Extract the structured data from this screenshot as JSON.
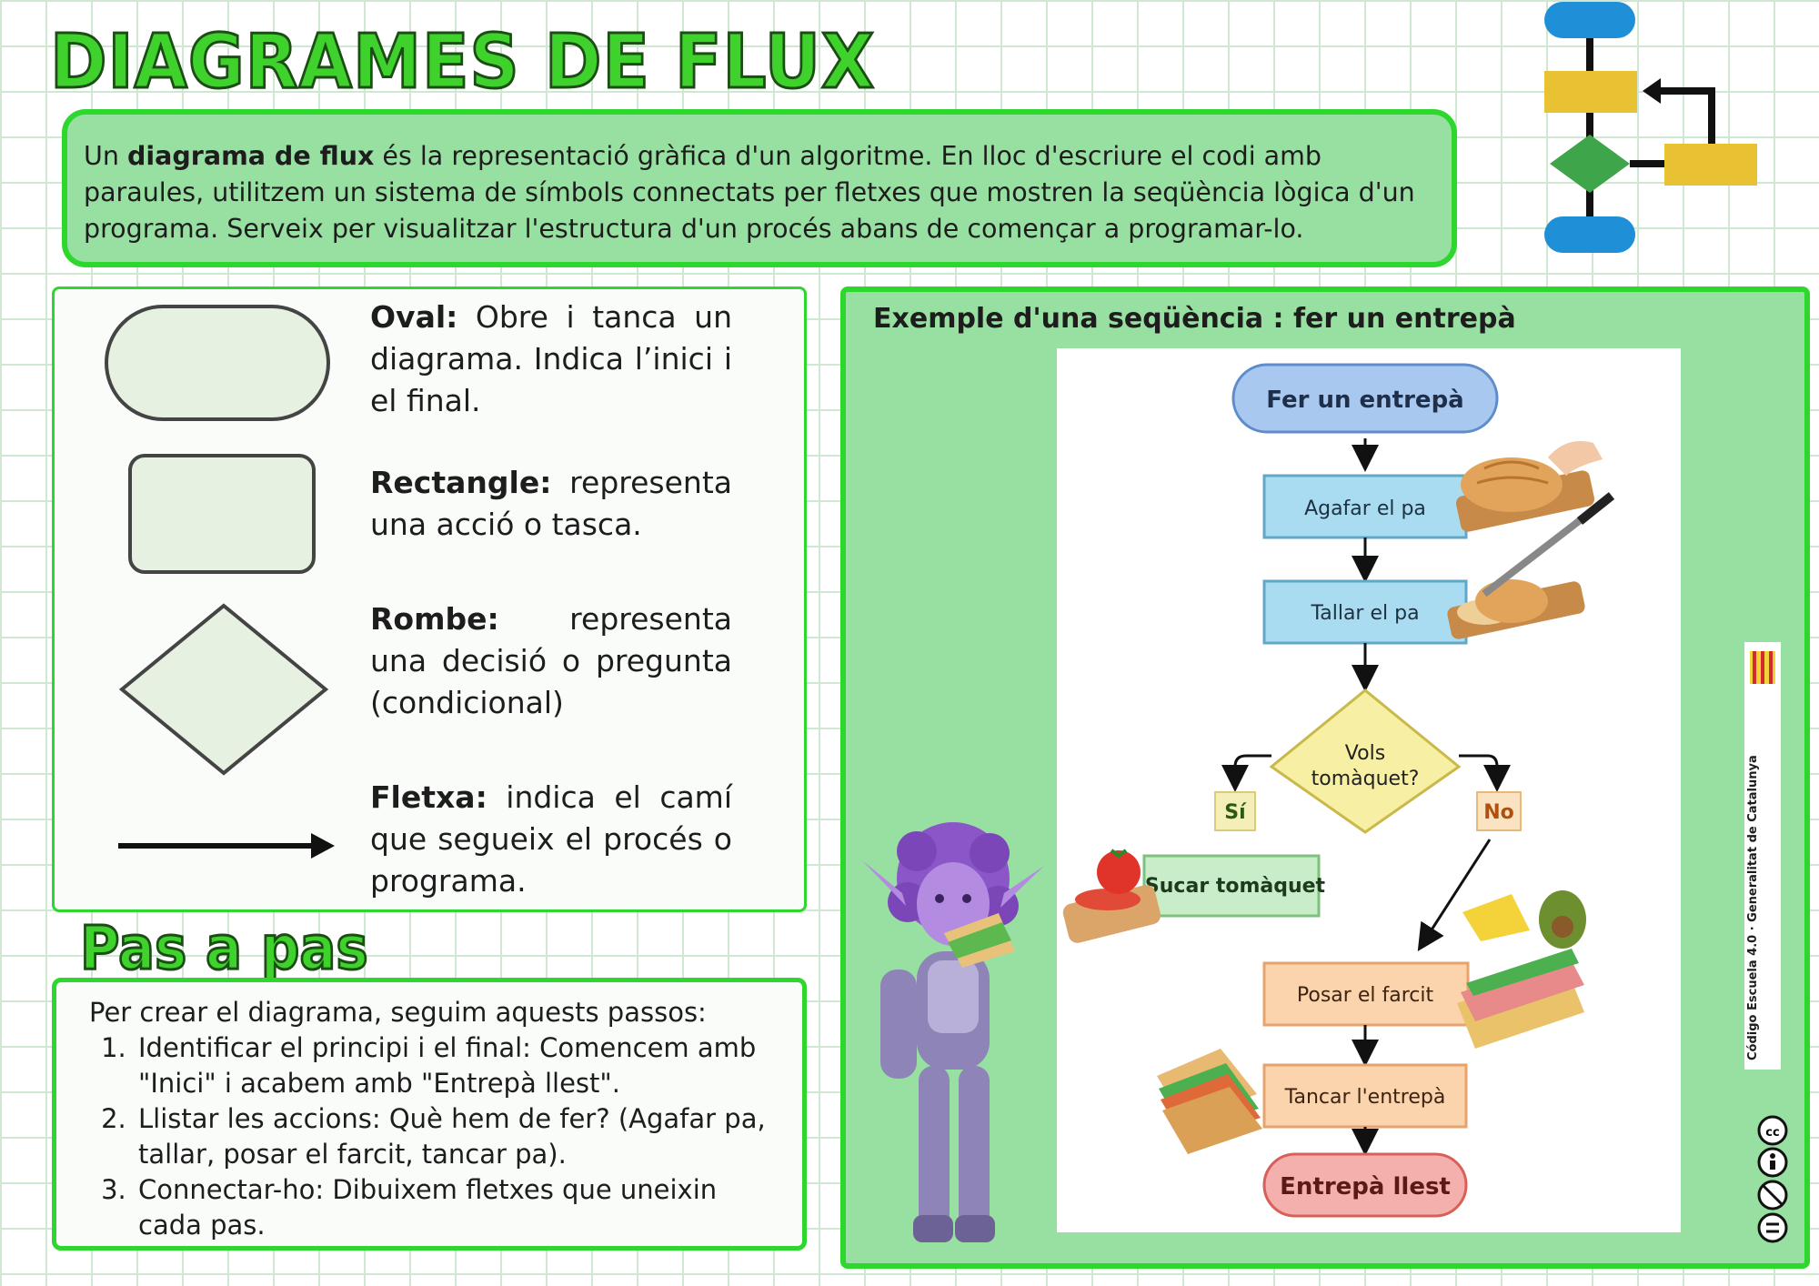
{
  "header": {
    "title": "DIAGRAMES DE FLUX"
  },
  "intro": {
    "lead": "Un ",
    "bold": "diagrama de flux",
    "rest": " és la representació gràfica d'un algoritme. En lloc d'escriure el codi amb paraules, utilitzem un sistema de símbols connectats per fletxes que mostren la seqüència lògica d'un programa. Serveix per visualitzar l'estructura d'un procés abans de començar a programar-lo."
  },
  "symbols": [
    {
      "name": "Oval:",
      "desc": " Obre i tanca un diagrama. Indica l’inici i el final."
    },
    {
      "name": "Rectangle:",
      "desc": " representa una acció o tasca."
    },
    {
      "name": "Rombe:",
      "desc": " representa una decisió o pregunta (condicional)"
    },
    {
      "name": "Fletxa:",
      "desc": " indica el camí que segueix el procés o programa."
    }
  ],
  "steps": {
    "heading": "Pas a pas",
    "intro": "Per crear el diagrama, seguim aquests passos:",
    "items": [
      "Identificar el principi i el final: Comencem amb \"Inici\" i acabem amb \"Entrepà llest\".",
      "Llistar les accions: Què hem de fer? (Agafar pa, tallar, posar el farcit, tancar pa).",
      "Connectar-ho: Dibuixem fletxes que uneixin cada pas."
    ]
  },
  "example": {
    "title": "Exemple d'una seqüència : fer un entrepà",
    "nodes": {
      "start": "Fer un entrepà",
      "take": "Agafar el pa",
      "cut": "Tallar el pa",
      "decision_line1": "Vols",
      "decision_line2": "tomàquet?",
      "yes": "Sí",
      "no": "No",
      "tomato": "Sucar tomàquet",
      "filling": "Posar el farcit",
      "close": "Tancar l'entrepà",
      "end": "Entrepà llest"
    }
  },
  "badge": {
    "line1": "Generalitat",
    "line2": "de Catalunya",
    "brand": "Código Escuela 4.0"
  },
  "colors": {
    "green": "#2ed72e",
    "intro_bg": "#98e0a1",
    "blue": "#1f8fd8",
    "yellow": "#e9c233",
    "diamond": "#3fa54a",
    "action_blue": "#a9dcf0",
    "action_orange": "#fbd3ad",
    "end_red": "#f2a8a8"
  }
}
